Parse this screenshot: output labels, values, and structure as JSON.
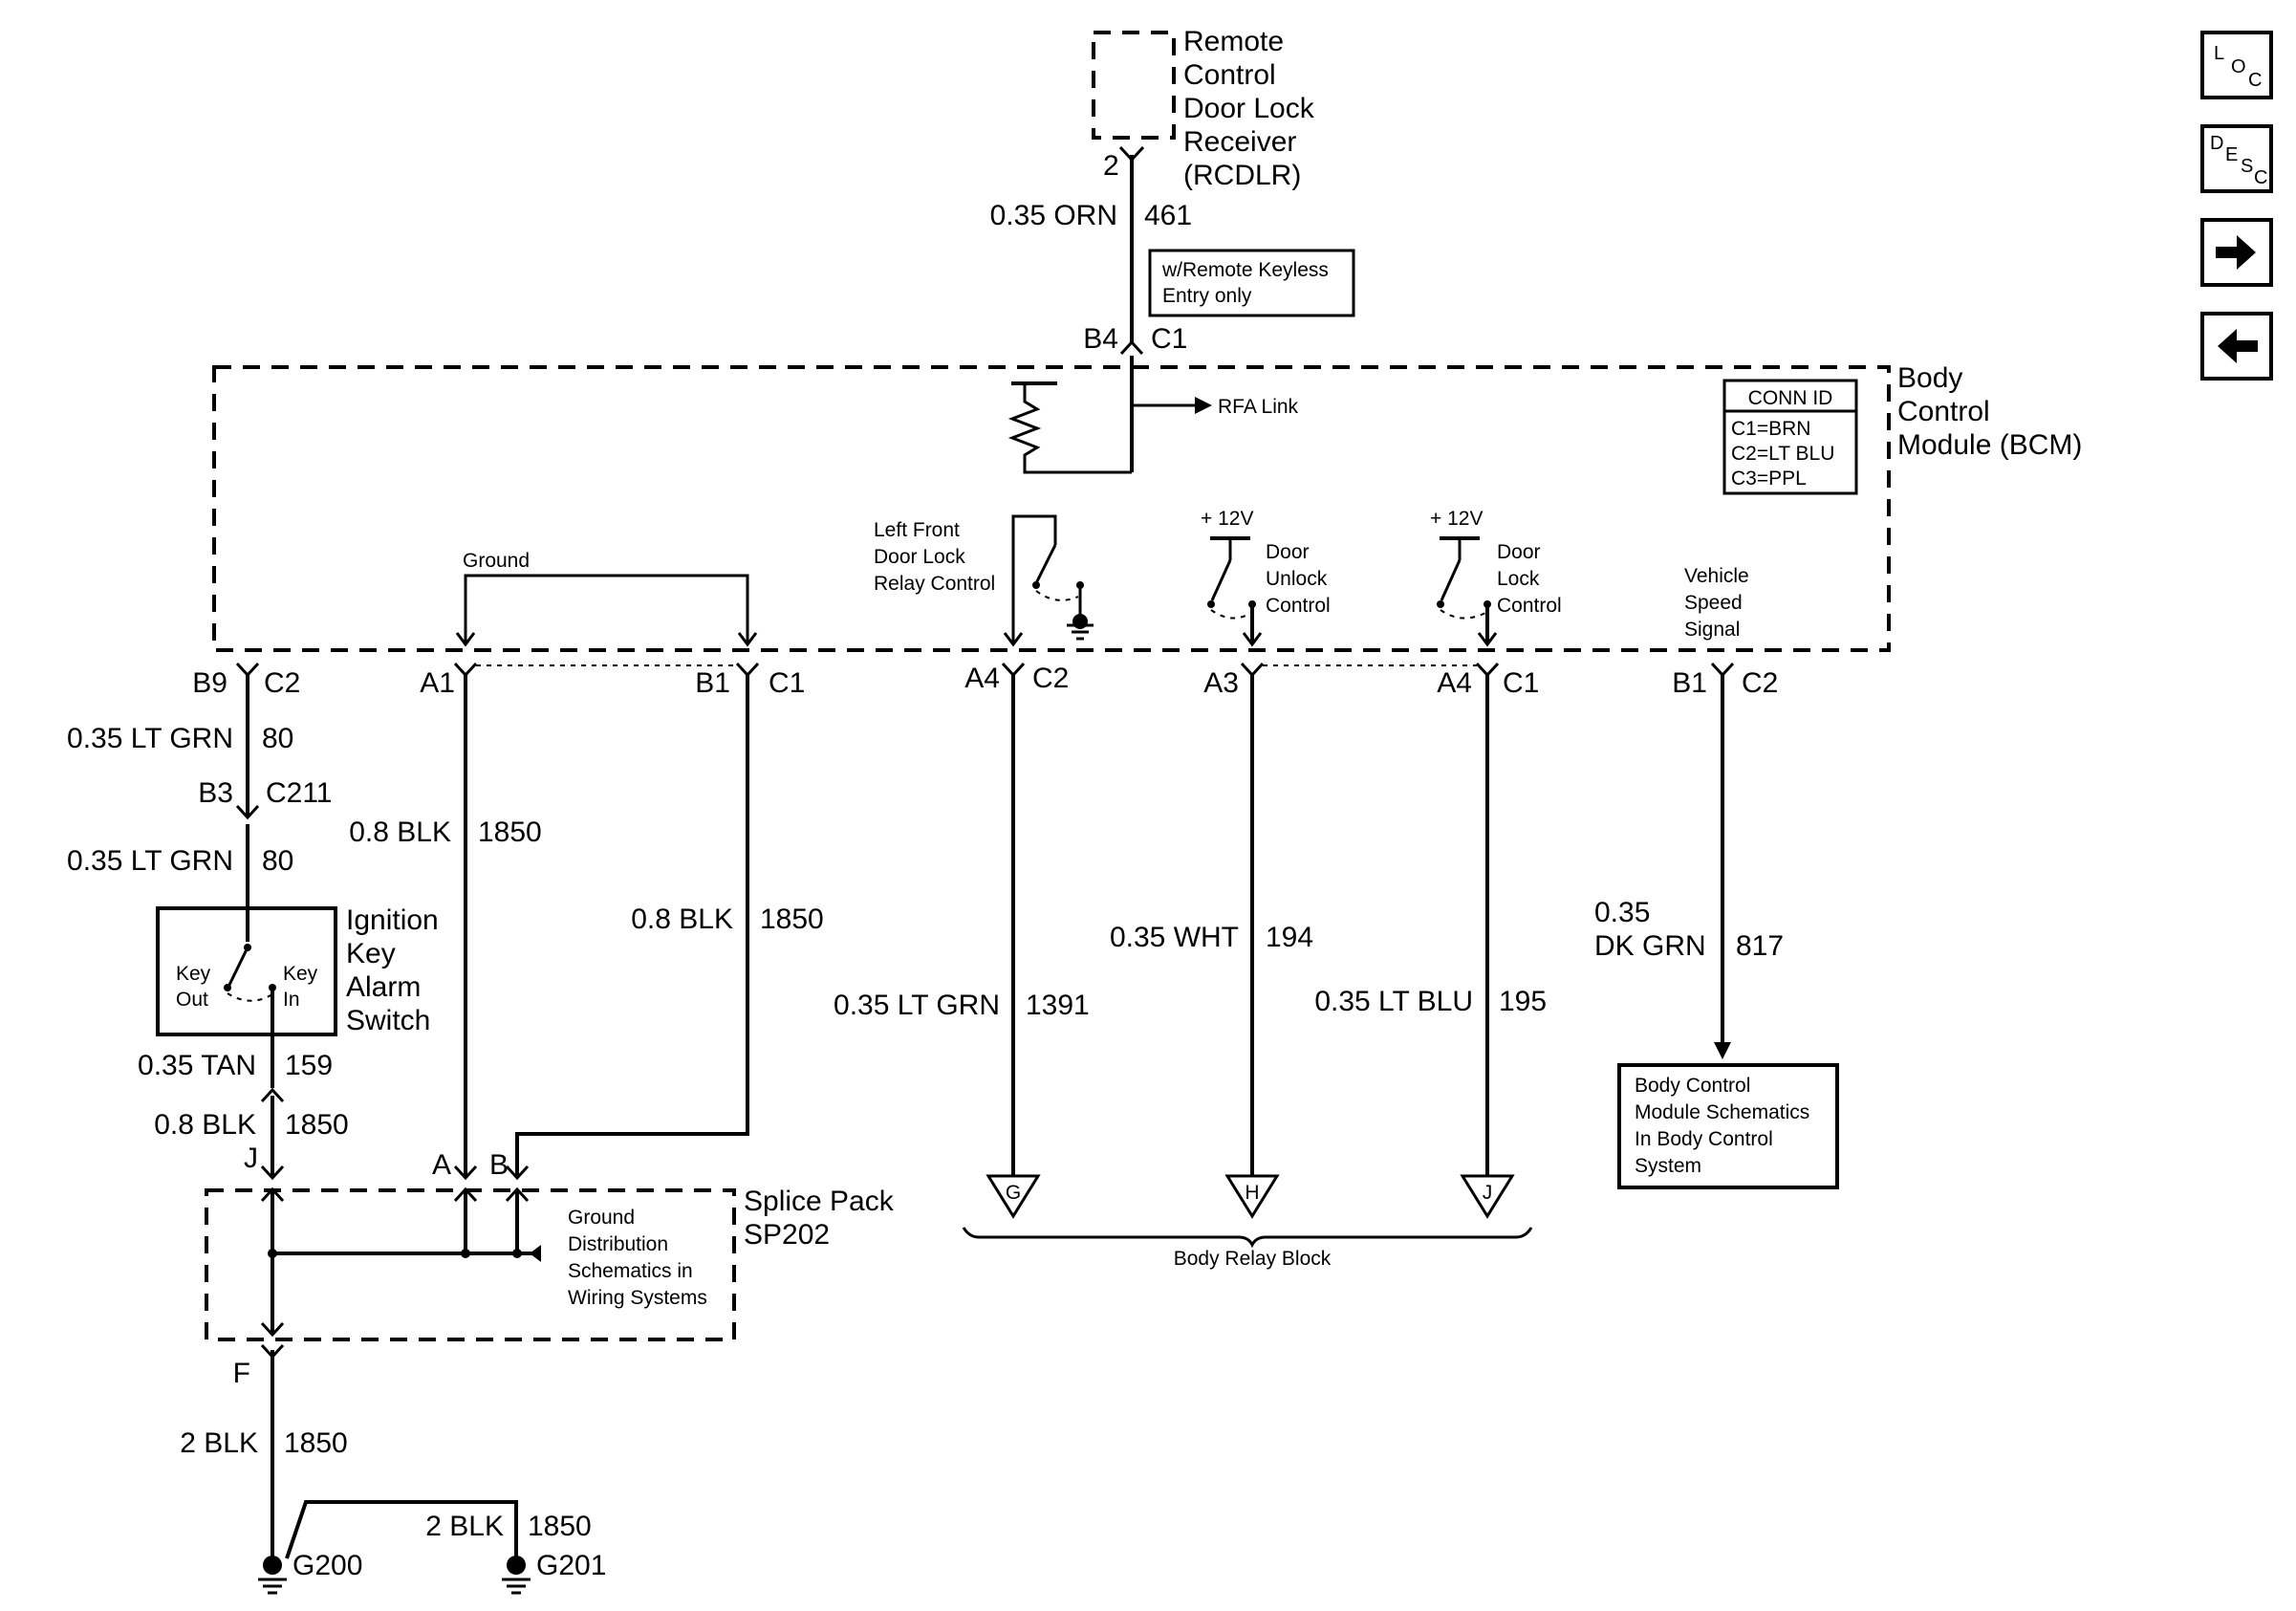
{
  "nav": {
    "loc": [
      "L",
      "O",
      "C"
    ],
    "desc": [
      "D",
      "E",
      "S",
      "C"
    ],
    "forward_icon": "arrow-right-icon",
    "back_icon": "arrow-left-icon"
  },
  "rcdlr": {
    "lines": [
      "Remote",
      "Control",
      "Door Lock",
      "Receiver",
      "(RCDLR)"
    ],
    "pin": "2"
  },
  "wire_461": {
    "gauge": "0.35 ORN",
    "circuit": "461"
  },
  "keyless_note": {
    "lines": [
      "w/Remote Keyless",
      "Entry only"
    ]
  },
  "conn_b4c1": {
    "pin": "B4",
    "conn": "C1"
  },
  "rfa_link": "RFA Link",
  "bcm": {
    "lines": [
      "Body",
      "Control",
      "Module (BCM)"
    ]
  },
  "conn_id": {
    "title": "CONN ID",
    "lines": [
      "C1=BRN",
      "C2=LT BLU",
      "C3=PPL"
    ]
  },
  "ground_label": "Ground",
  "lf_relay": {
    "lines": [
      "Left Front",
      "Door Lock",
      "Relay Control"
    ]
  },
  "door_unlock": {
    "voltage": "+ 12V",
    "lines": [
      "Door",
      "Unlock",
      "Control"
    ]
  },
  "door_lock": {
    "voltage": "+ 12V",
    "lines": [
      "Door",
      "Lock",
      "Control"
    ]
  },
  "vss": {
    "lines": [
      "Vehicle",
      "Speed",
      "Signal"
    ]
  },
  "pins": {
    "b9": "B9",
    "c2a": "C2",
    "a1": "A1",
    "b1a": "B1",
    "c1a": "C1",
    "a4a": "A4",
    "c2b": "C2",
    "a3": "A3",
    "a4b": "A4",
    "c1b": "C1",
    "b1b": "B1",
    "c2c": "C2"
  },
  "wire_80a": {
    "gauge": "0.35 LT GRN",
    "circuit": "80"
  },
  "conn_c211": {
    "pin": "B3",
    "conn": "C211"
  },
  "wire_80b": {
    "gauge": "0.35 LT GRN",
    "circuit": "80"
  },
  "wire_1850_a": {
    "gauge": "0.8 BLK",
    "circuit": "1850"
  },
  "wire_1850_b": {
    "gauge": "0.8 BLK",
    "circuit": "1850"
  },
  "wire_1391": {
    "gauge": "0.35 LT GRN",
    "circuit": "1391"
  },
  "wire_194": {
    "gauge": "0.35 WHT",
    "circuit": "194"
  },
  "wire_195": {
    "gauge": "0.35 LT BLU",
    "circuit": "195"
  },
  "wire_817": {
    "gauge_1": "0.35",
    "gauge_2": "DK GRN",
    "circuit": "817"
  },
  "ignition_switch": {
    "lines": [
      "Ignition",
      "Key",
      "Alarm",
      "Switch"
    ],
    "key_out": [
      "Key",
      "Out"
    ],
    "key_in": [
      "Key",
      "In"
    ]
  },
  "bcm_schematics": {
    "lines": [
      "Body Control",
      "Module Schematics",
      "In Body Control",
      "System"
    ]
  },
  "wire_159": {
    "gauge": "0.35 TAN",
    "circuit": "159"
  },
  "wire_1850_c": {
    "gauge": "0.8 BLK",
    "circuit": "1850"
  },
  "splice": {
    "pin_j": "J",
    "pin_a": "A",
    "pin_b": "B",
    "pin_f": "F",
    "lines": [
      "Splice Pack",
      "SP202"
    ]
  },
  "ground_dist": {
    "lines": [
      "Ground",
      "Distribution",
      "Schematics in",
      "Wiring Systems"
    ]
  },
  "relay_block": {
    "g": "G",
    "h": "H",
    "j": "J",
    "label": "Body Relay Block"
  },
  "wire_2blk_a": {
    "gauge": "2 BLK",
    "circuit": "1850"
  },
  "wire_2blk_b": {
    "gauge": "2 BLK",
    "circuit": "1850"
  },
  "grounds": {
    "g200": "G200",
    "g201": "G201"
  }
}
